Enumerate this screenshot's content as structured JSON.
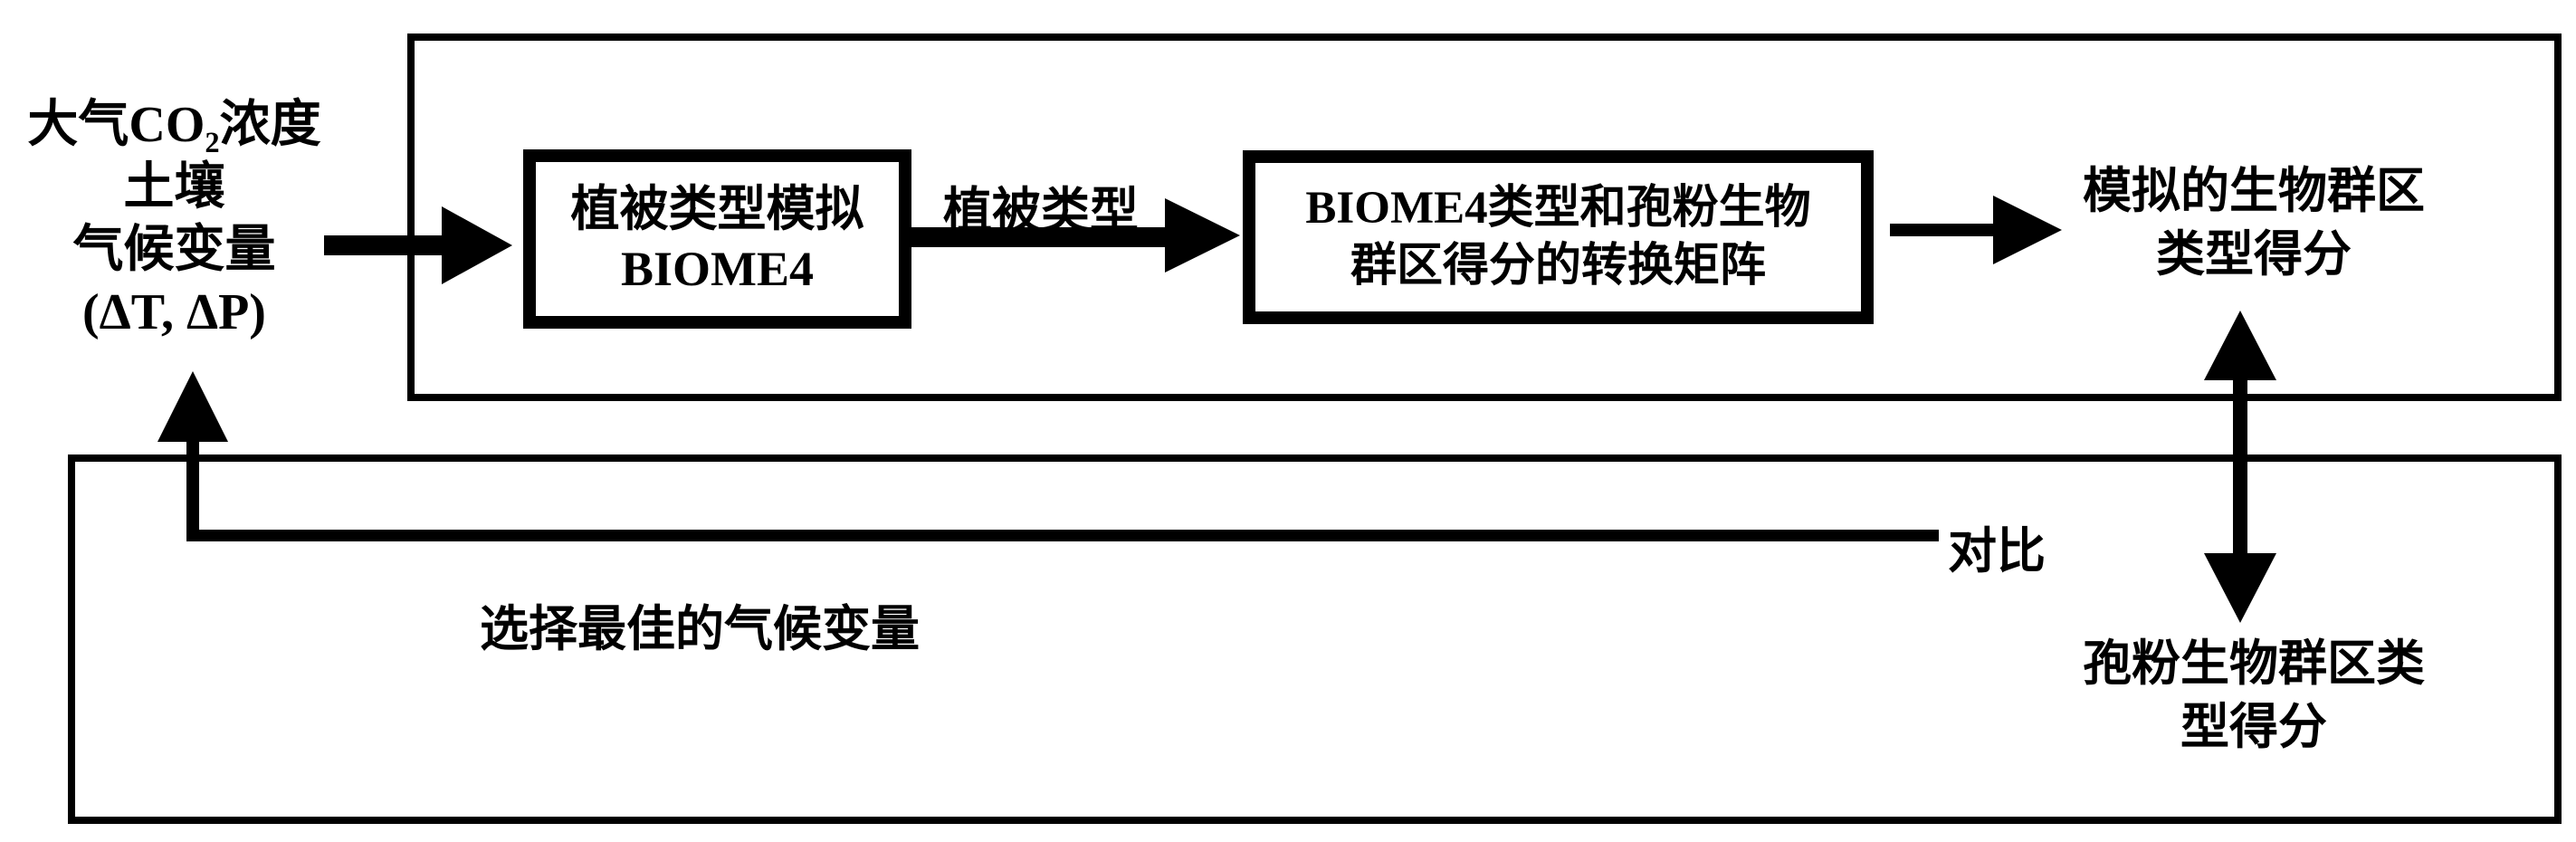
{
  "diagram": {
    "background_color": "#ffffff",
    "ink_color": "#000000",
    "input_block": {
      "line1_pre": "大气CO",
      "line1_sub": "2",
      "line1_post": "浓度",
      "line2": "土壤",
      "line3": "气候变量",
      "line4": "(ΔT, ΔP)"
    },
    "biome4_box": {
      "line1": "植被类型模拟",
      "line2": "BIOME4"
    },
    "vegetation_type_label": "植被类型",
    "matrix_box": {
      "line1": "BIOME4类型和孢粉生物",
      "line2": "群区得分的转换矩阵"
    },
    "simulated_biome_score": {
      "line1": "模拟的生物群区",
      "line2": "类型得分"
    },
    "compare_label": "对比",
    "pollen_biome_score": {
      "line1": "孢粉生物群区类",
      "line2": "型得分"
    },
    "select_best_label": "选择最佳的气候变量"
  }
}
